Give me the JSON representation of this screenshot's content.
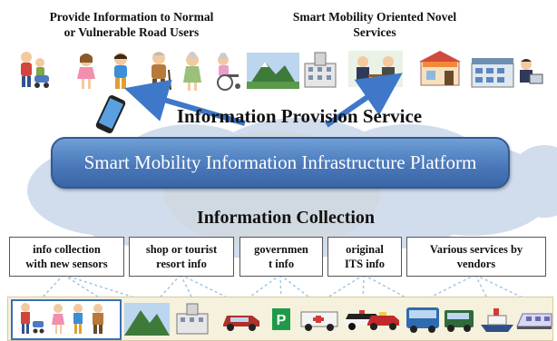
{
  "header": {
    "left": "Provide Information  to Normal\nor Vulnerable Road Users",
    "right": "Smart Mobility Oriented Novel\nServices"
  },
  "provision_title": "Information Provision Service",
  "platform_label": "Smart Mobility Information Infrastructure Platform",
  "collection_title": "Information Collection",
  "sources": [
    "info collection\nwith new sensors",
    "shop or tourist\nresort info",
    "governmen\nt info",
    "original\nITS info",
    "Various services by\nvendors"
  ],
  "colors": {
    "platform": "#4876b8",
    "cloud": "#c9d6ea",
    "glow": "#fbe9a0",
    "arrow": "#3f78c8"
  },
  "icons": {
    "top_left": [
      "family-with-stroller-icon",
      "girl-icon",
      "boy-icon",
      "elderly-man-icon",
      "elderly-woman-icon",
      "wheelchair-user-icon"
    ],
    "top_right": [
      "mountain-resort-icon",
      "government-building-icon",
      "business-meeting-icon",
      "shop-icon",
      "office-building-icon",
      "office-worker-icon"
    ],
    "bottom": [
      "family-group-icon",
      "mountain-resort-icon",
      "government-building-icon",
      "car-icon",
      "parking-sign-icon",
      "ambulance-icon",
      "police-car-icon",
      "taxi-icon",
      "bus-icon",
      "van-icon",
      "ship-icon",
      "train-icon"
    ],
    "device": "smartphone-icon"
  }
}
